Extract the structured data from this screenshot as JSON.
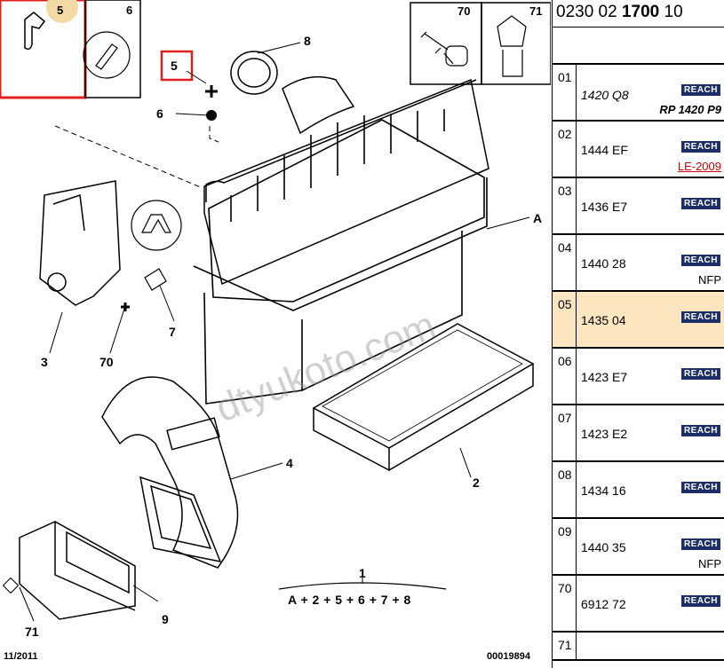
{
  "panel": {
    "title_pre": "0230 02 ",
    "title_bold": "1700",
    "title_post": " 10",
    "rows": [
      {
        "idx": "01",
        "code": "1420 Q8",
        "badge": "REACH",
        "note": "RP 1420 P9"
      },
      {
        "idx": "02",
        "code": "1444 EF",
        "badge": "REACH",
        "note": "LE-2009"
      },
      {
        "idx": "03",
        "code": "1436 E7",
        "badge": "REACH",
        "note": ""
      },
      {
        "idx": "04",
        "code": "1440 28",
        "badge": "REACH",
        "note": "NFP"
      },
      {
        "idx": "05",
        "code": "1435 04",
        "badge": "REACH",
        "note": ""
      },
      {
        "idx": "06",
        "code": "1423 E7",
        "badge": "REACH",
        "note": ""
      },
      {
        "idx": "07",
        "code": "1423 E2",
        "badge": "REACH",
        "note": ""
      },
      {
        "idx": "08",
        "code": "1434 16",
        "badge": "REACH",
        "note": ""
      },
      {
        "idx": "09",
        "code": "1440 35",
        "badge": "REACH",
        "note": "NFP"
      },
      {
        "idx": "70",
        "code": "6912 72",
        "badge": "REACH",
        "note": ""
      },
      {
        "idx": "71",
        "code": "",
        "badge": "",
        "note": ""
      }
    ],
    "selected_index": 4
  },
  "diagram": {
    "callouts": {
      "c1": "1",
      "c2": "2",
      "c3": "3",
      "c4": "4",
      "c5": "5",
      "c6": "6",
      "c7": "7",
      "c8": "8",
      "c9": "9",
      "cA": "A",
      "c70": "70",
      "c71": "71",
      "box5": "5",
      "box6": "6",
      "box70": "70",
      "box71": "71"
    },
    "formula": "A + 2 + 5 + 6 + 7 + 8",
    "date": "11/2011",
    "ref": "00019894",
    "watermark": "dtyukoto.com",
    "colors": {
      "highlight": "#e0201f",
      "selected_row": "#fbe6bf",
      "badge": "#1b2e66"
    }
  }
}
